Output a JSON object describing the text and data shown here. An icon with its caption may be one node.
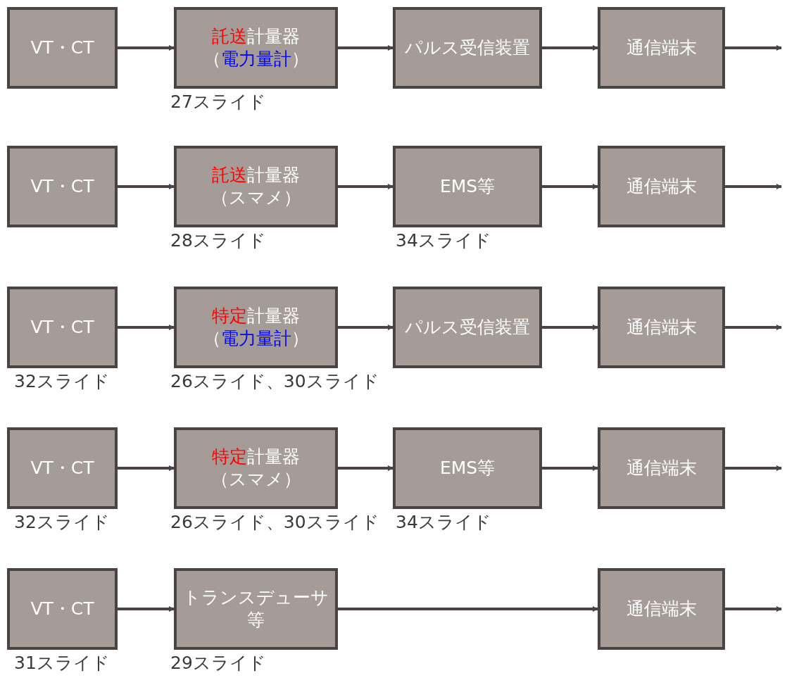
{
  "diagram": {
    "nodes": [
      {
        "text": [
          "VT・CT"
        ]
      },
      {
        "text": [
          "託送計量器",
          "（電力量計）"
        ],
        "beside": [
          "27スライド"
        ]
      },
      {
        "text": [
          "パルス受信装置"
        ]
      },
      {
        "text": [
          "通信端末"
        ]
      },
      {
        "text": [
          "VT・CT"
        ]
      },
      {
        "text": [
          "託送計量器",
          "（スマメ）"
        ],
        "beside": [
          "28スライド"
        ]
      },
      {
        "text": [
          "EMS等"
        ],
        "beside": [
          "34スライド"
        ]
      },
      {
        "text": [
          "通信端末"
        ]
      },
      {
        "text": [
          "VT・CT"
        ],
        "beside": [
          "32スライド"
        ]
      },
      {
        "text": [
          "特定計量器",
          "（電力量計）"
        ],
        "beside": [
          "26スライド、30スライド"
        ]
      },
      {
        "text": [
          "パルス受信装置"
        ]
      },
      {
        "text": [
          "通信端末"
        ]
      },
      {
        "text": [
          "VT・CT"
        ],
        "beside": [
          "32スライド"
        ]
      },
      {
        "text": [
          "特定計量器",
          "（スマメ）"
        ],
        "beside": [
          "26スライド、30スライド"
        ]
      },
      {
        "text": [
          "EMS等"
        ],
        "beside": [
          "34スライド"
        ]
      },
      {
        "text": [
          "通信端末"
        ]
      },
      {
        "text": [
          "VT・CT"
        ],
        "beside": [
          "31スライド"
        ]
      },
      {
        "text": [
          "トランスデューサ等"
        ],
        "beside": [
          "29スライド"
        ]
      },
      {
        "text": [
          "通信端末"
        ]
      }
    ],
    "edges": [
      {
        "from": 0,
        "to": 1,
        "arrow": "to"
      },
      {
        "from": 1,
        "to": 2,
        "arrow": "to"
      },
      {
        "from": 2,
        "to": 3,
        "arrow": "to"
      },
      {
        "from": 3,
        "to": null,
        "arrow": "to"
      },
      {
        "from": 4,
        "to": 5,
        "arrow": "to"
      },
      {
        "from": 5,
        "to": 6,
        "arrow": "to"
      },
      {
        "from": 6,
        "to": 7,
        "arrow": "to"
      },
      {
        "from": 7,
        "to": null,
        "arrow": "to"
      },
      {
        "from": 8,
        "to": 9,
        "arrow": "to"
      },
      {
        "from": 9,
        "to": 10,
        "arrow": "to"
      },
      {
        "from": 10,
        "to": 11,
        "arrow": "to"
      },
      {
        "from": 11,
        "to": null,
        "arrow": "to"
      },
      {
        "from": 12,
        "to": 13,
        "arrow": "to"
      },
      {
        "from": 13,
        "to": 14,
        "arrow": "to"
      },
      {
        "from": 14,
        "to": 15,
        "arrow": "to"
      },
      {
        "from": 15,
        "to": null,
        "arrow": "to"
      },
      {
        "from": 16,
        "to": 17,
        "arrow": "to"
      },
      {
        "from": 17,
        "to": 18,
        "arrow": "to"
      },
      {
        "from": 18,
        "to": null,
        "arrow": "to"
      }
    ]
  }
}
